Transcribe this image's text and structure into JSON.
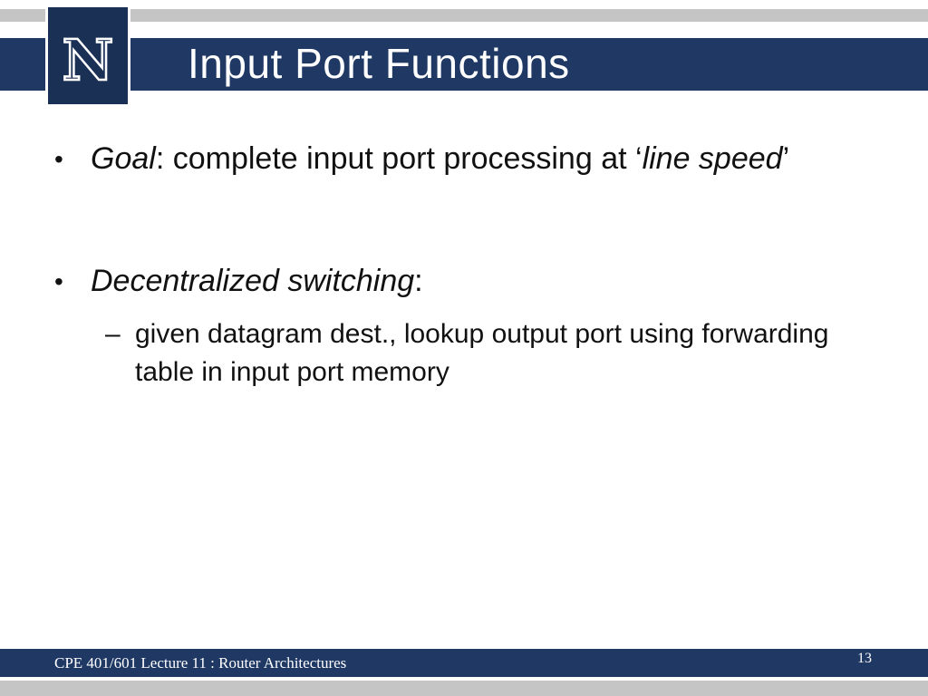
{
  "slide": {
    "header": {
      "title": "Input Port Functions",
      "logo_letter": "N"
    },
    "content": {
      "bullets": [
        {
          "level": 1,
          "marker": "•",
          "segments": [
            {
              "text": "Goal",
              "italic": true
            },
            {
              "text": ": complete input port processing at ‘",
              "italic": false
            },
            {
              "text": "line speed",
              "italic": true
            },
            {
              "text": "’",
              "italic": false
            }
          ]
        },
        {
          "level": 1,
          "marker": "•",
          "segments": [
            {
              "text": "Decentralized switching",
              "italic": true
            },
            {
              "text": ":",
              "italic": false
            }
          ]
        },
        {
          "level": 2,
          "marker": "–",
          "segments": [
            {
              "text": "given datagram dest., lookup output port using forwarding table in input port memory",
              "italic": false
            }
          ]
        }
      ]
    },
    "footer": {
      "left_text": "CPE 401/601 Lecture 11 : Router Architectures",
      "page_number": "13"
    },
    "colors": {
      "navy": "#1F3864",
      "logo_navy": "#1b3055",
      "gray_strip": "#c5c5c5",
      "text": "#111111"
    }
  }
}
